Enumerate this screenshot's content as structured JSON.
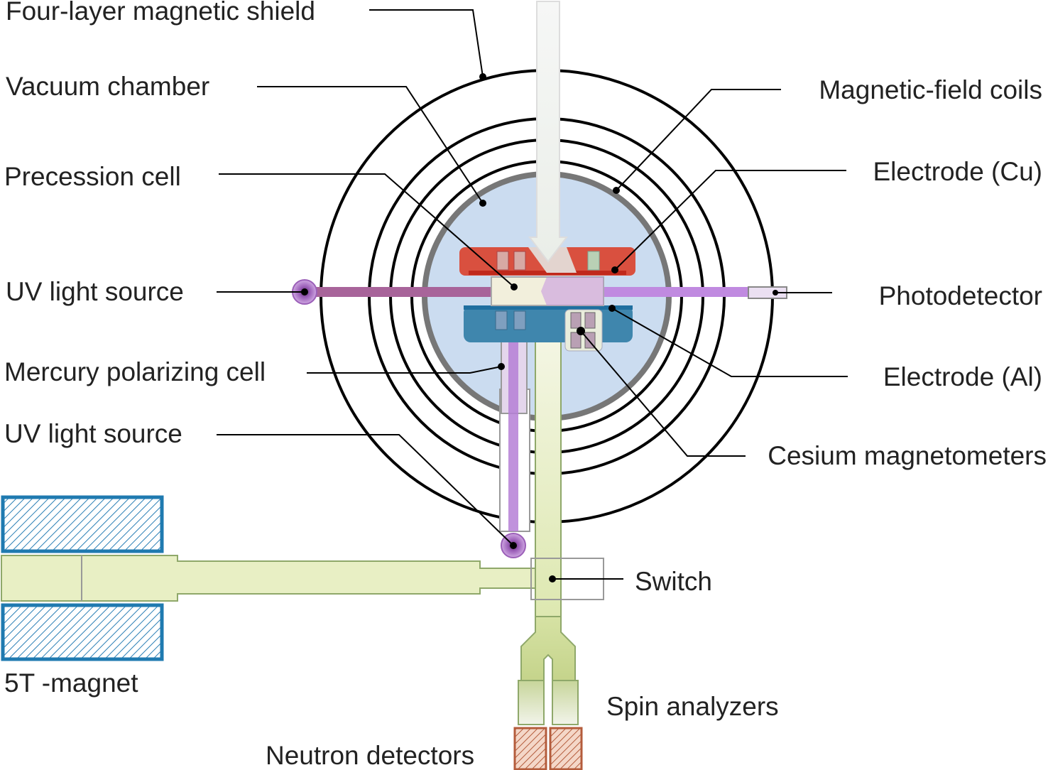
{
  "labels": {
    "shield": "Four-layer magnetic shield",
    "vacuum": "Vacuum chamber",
    "precession": "Precession cell",
    "uv_top": "UV light source",
    "mercury": "Mercury polarizing cell",
    "uv_bottom": "UV light source",
    "magnet": "5T -magnet",
    "coils": "Magnetic-field coils",
    "electrode_cu": "Electrode (Cu)",
    "photodetector": "Photodetector",
    "electrode_al": "Electrode (Al)",
    "cesium": "Cesium magnetometers",
    "switch": "Switch",
    "spin": "Spin analyzers",
    "detectors": "Neutron detectors"
  },
  "colors": {
    "shield_rings": "#000000",
    "vacuum_chamber": "#777777",
    "chamber_fill": "#cbdcf0",
    "electrode_cu": "#d9503f",
    "electrode_al": "#3f86ad",
    "uv_beam": "#b57fd6",
    "neutron_guide": "#e8efc4",
    "magnet": "#2a7fb5",
    "neutron_detector": "#b45c3c"
  }
}
